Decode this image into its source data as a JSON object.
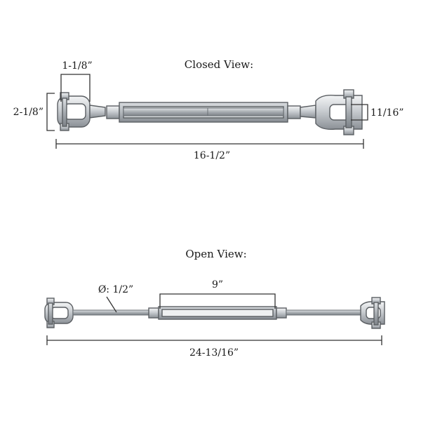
{
  "closed_view": {
    "title": "Closed View:",
    "dim_jaw_width": "1-1/8”",
    "dim_jaw_height": "2-1/8”",
    "dim_jaw_opening": "11/16”",
    "dim_overall_length": "16-1/2”"
  },
  "open_view": {
    "title": "Open View:",
    "dim_body_length": "9”",
    "dim_rod_diameter": "Ø: 1/2”",
    "dim_overall_length": "24-13/16”"
  },
  "colors": {
    "metal_light": "#e6e8ea",
    "metal_mid": "#c4c8cc",
    "metal_dark": "#8e9398",
    "line": "#333333"
  }
}
